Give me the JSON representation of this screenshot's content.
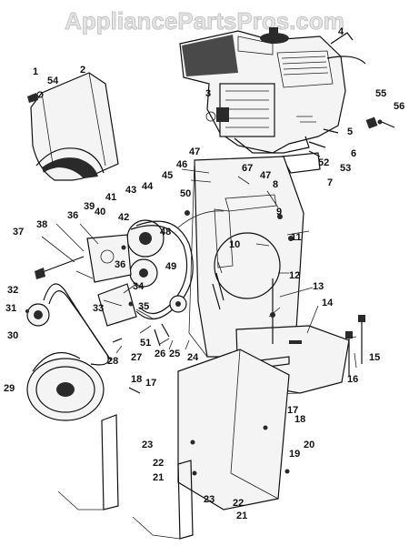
{
  "watermark": "AppliancePartsPros.com",
  "part_labels": [
    "1",
    "54",
    "2",
    "3",
    "4",
    "55",
    "56",
    "5",
    "6",
    "52",
    "53",
    "7",
    "47",
    "46",
    "67",
    "47",
    "8",
    "45",
    "50",
    "9",
    "44",
    "43",
    "41",
    "39",
    "40",
    "42",
    "36",
    "38",
    "37",
    "48",
    "10",
    "11",
    "49",
    "36",
    "34",
    "12",
    "13",
    "14",
    "32",
    "33",
    "35",
    "31",
    "30",
    "51",
    "27",
    "26",
    "25",
    "24",
    "28",
    "15",
    "16",
    "29",
    "18",
    "17",
    "17",
    "18",
    "23",
    "22",
    "21",
    "19",
    "20",
    "23",
    "22",
    "21"
  ]
}
